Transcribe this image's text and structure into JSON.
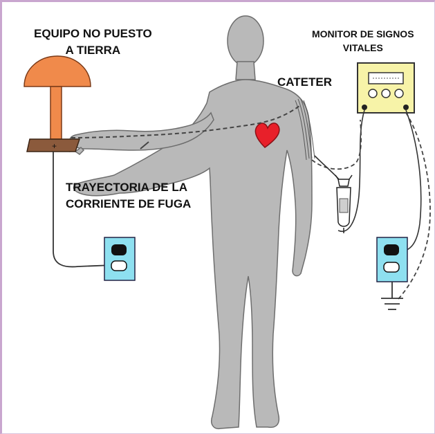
{
  "labels": {
    "equipo_line1": "EQUIPO NO PUESTO",
    "equipo_line2": "A TIERRA",
    "monitor_line1": "MONITOR DE SIGNOS",
    "monitor_line2": "VITALES",
    "cateter": "CATETER",
    "trayectoria_line1": "TRAYECTORIA DE LA",
    "trayectoria_line2": "CORRIENTE DE FUGA"
  },
  "colors": {
    "lamp": "#f08a4b",
    "lamp_base": "#8b5a3c",
    "body": "#b9b9b9",
    "heart": "#e8202a",
    "outlet": "#8ee0f0",
    "monitor": "#f7f3a8",
    "frame": "#c9a6cf"
  },
  "icons": [
    "lamp-icon",
    "outlet-icon",
    "monitor-icon",
    "heart-icon",
    "ground-symbol-icon",
    "iv-bag-icon"
  ]
}
